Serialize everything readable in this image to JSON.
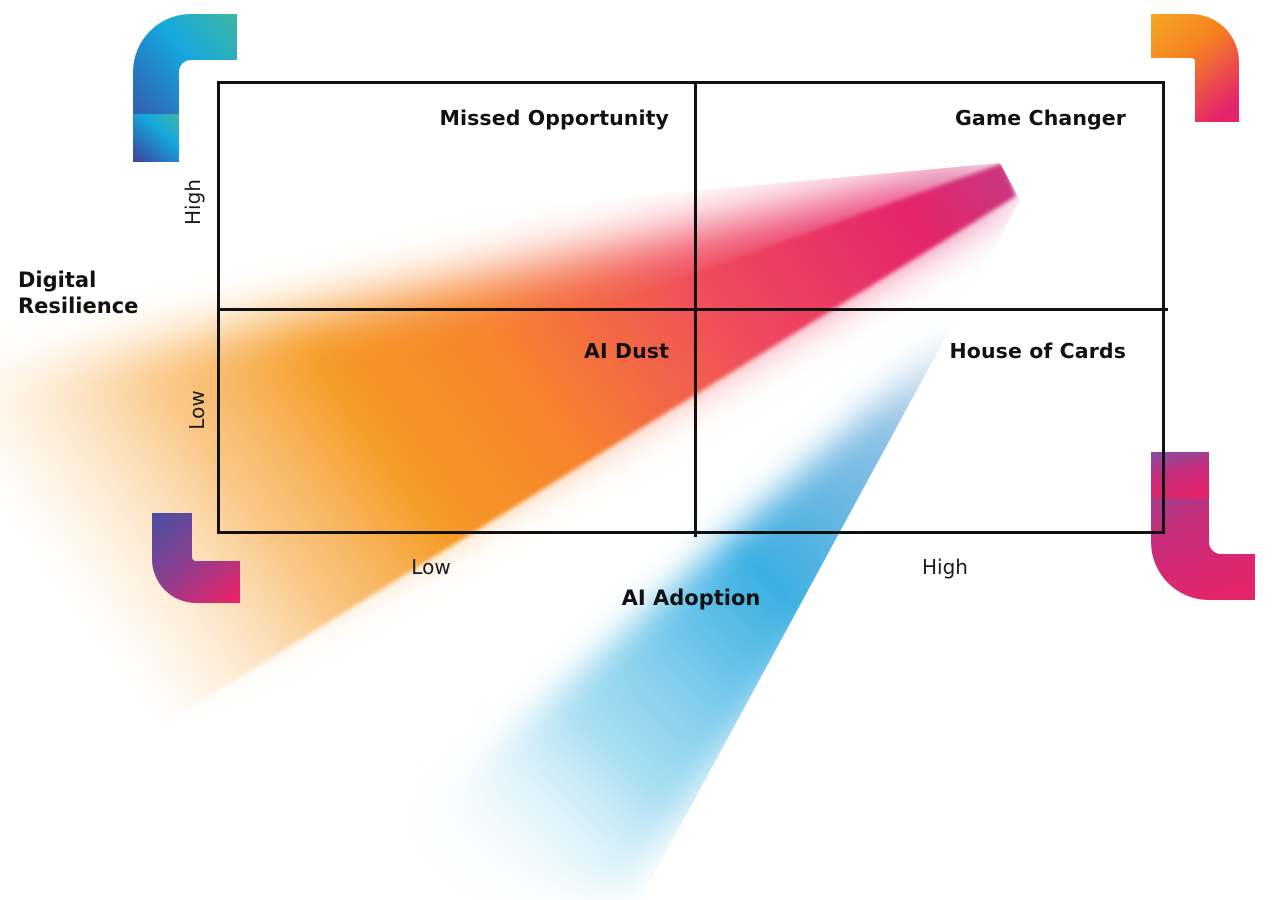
{
  "figure": {
    "kind": "2x2-strategy-matrix"
  },
  "axes": {
    "y": {
      "title": "Digital\nResilience",
      "title_line1": "Digital",
      "title_line2": "Resilience",
      "ticks": [
        "Low",
        "High"
      ],
      "tick_low": "Low",
      "tick_high": "High"
    },
    "x": {
      "title": "AI Adoption",
      "ticks": [
        "Low",
        "High"
      ],
      "tick_low": "Low",
      "tick_high": "High"
    }
  },
  "quadrants": [
    {
      "id": "missed-opportunity",
      "label": "Missed Opportunity",
      "x": "Low",
      "y": "High"
    },
    {
      "id": "game-changer",
      "label": "Game Changer",
      "x": "High",
      "y": "High"
    },
    {
      "id": "ai-dust",
      "label": "AI Dust",
      "x": "Low",
      "y": "Low"
    },
    {
      "id": "house-of-cards",
      "label": "House of Cards",
      "x": "High",
      "y": "Low"
    }
  ],
  "colors": {
    "frame_line": "#111111",
    "text": "#111111",
    "tick_text": "#1b1b1b",
    "background": "#ffffff",
    "beam_white": "#ffffff",
    "beam_orange": "#f59222",
    "beam_pink": "#e5246b",
    "beam_magenta": "#d9226b",
    "beam_cyan": "#29a8df",
    "ornament_cyan": "#14a7dd",
    "ornament_teal": "#39b5a0",
    "ornament_blue": "#3b4ba5",
    "ornament_orange": "#f7a01e",
    "ornament_purple": "#7a4a9e",
    "ornament_indigo": "#4a4fa3"
  },
  "ornaments": [
    {
      "id": "top-left",
      "shape": "s-hook",
      "gradient": [
        "#3fb6a4",
        "#15a8de",
        "#3b4ba5"
      ]
    },
    {
      "id": "top-right",
      "shape": "corner-arc",
      "gradient": [
        "#f5a623",
        "#f58220",
        "#e5246b"
      ]
    },
    {
      "id": "bottom-left",
      "shape": "corner-arc-l",
      "gradient": [
        "#4a4fa3",
        "#8c3f8f",
        "#e5246b"
      ]
    },
    {
      "id": "bottom-right",
      "shape": "s-hook-flip",
      "gradient": [
        "#8c4b9e",
        "#c52d7b",
        "#e5246b"
      ]
    }
  ],
  "chart_data": {
    "type": "scatter",
    "title": "",
    "xlabel": "AI Adoption",
    "ylabel": "Digital Resilience",
    "x_ticks": [
      "Low",
      "High"
    ],
    "y_ticks": [
      "Low",
      "High"
    ],
    "grid": true,
    "legend": "none",
    "quadrant_names": [
      "Missed Opportunity",
      "Game Changer",
      "AI Dust",
      "House of Cards"
    ],
    "quadrant_layout": {
      "top_left": "Missed Opportunity",
      "top_right": "Game Changer",
      "bottom_left": "AI Dust",
      "bottom_right": "House of Cards"
    },
    "annotations": [
      {
        "type": "beam",
        "description": "gradient light beam sweeping from lower-left to the Game Changer quadrant apex",
        "apex": [
          1000,
          165
        ],
        "colors": [
          "#ffffff",
          "#f59222",
          "#e5246b",
          "#29a8df"
        ]
      }
    ]
  }
}
